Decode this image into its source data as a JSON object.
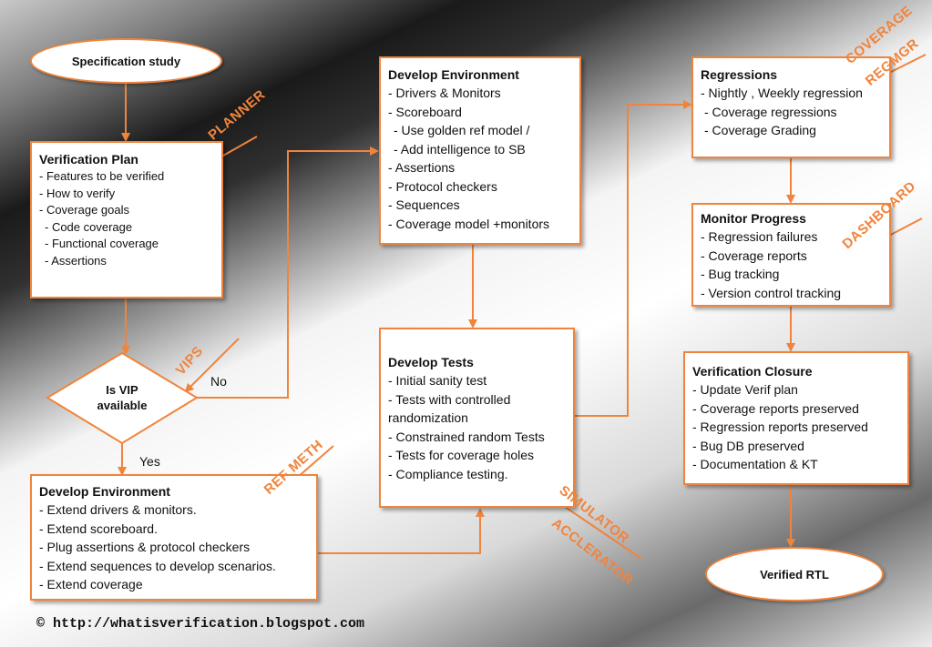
{
  "colors": {
    "accent": "#f0843c",
    "box_fill": "#ffffff",
    "text": "#111111"
  },
  "start": "Specification study",
  "end": "Verified RTL",
  "verification_plan": {
    "title": "Verification Plan",
    "items": [
      "- Features to be verified",
      "- How to verify",
      "- Coverage goals",
      "   - Code coverage",
      "   - Functional coverage",
      "   - Assertions"
    ]
  },
  "decision": {
    "line1": "Is VIP",
    "line2": "available",
    "no_label": "No",
    "yes_label": "Yes"
  },
  "develop_env_extend": {
    "title": "Develop Environment",
    "items": [
      "- Extend  drivers & monitors.",
      "- Extend scoreboard.",
      "- Plug assertions & protocol checkers",
      "- Extend sequences to develop scenarios.",
      "- Extend coverage"
    ]
  },
  "develop_env": {
    "title": "Develop Environment",
    "items": [
      "- Drivers & Monitors",
      "- Scoreboard",
      "   - Use golden ref model /",
      "   - Add intelligence to SB",
      "- Assertions",
      "- Protocol checkers",
      "- Sequences",
      "- Coverage model +monitors"
    ]
  },
  "develop_tests": {
    "title": "Develop Tests",
    "items": [
      "- Initial sanity test",
      "- Tests with controlled",
      "randomization",
      "- Constrained random Tests",
      "- Tests for coverage holes",
      "- Compliance testing."
    ]
  },
  "regressions": {
    "title": "Regressions",
    "items": [
      "- Nightly , Weekly regression",
      "  - Coverage regressions",
      "  - Coverage Grading"
    ]
  },
  "monitor_progress": {
    "title": "Monitor Progress",
    "items": [
      "- Regression failures",
      "- Coverage reports",
      "- Bug tracking",
      "- Version control tracking"
    ]
  },
  "verification_closure": {
    "title": "Verification Closure",
    "items": [
      "- Update Verif plan",
      "- Coverage reports preserved",
      "- Regression reports preserved",
      "- Bug DB preserved",
      "- Documentation & KT"
    ]
  },
  "tags": {
    "planner": "PLANNER",
    "vips": "VIPS",
    "ref_meth": "REF METH",
    "simulator": "SIMULATOR",
    "accelerator": "ACCLERATOR",
    "coverage": "COVERAGE",
    "regmgr": "REGMGR",
    "dashboard": "DASHBOARD"
  },
  "footer": "© http://whatisverification.blogspot.com"
}
